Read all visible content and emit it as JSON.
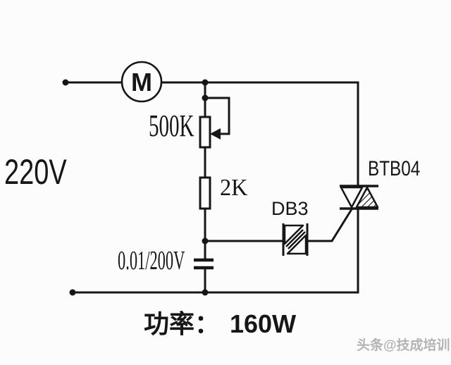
{
  "diagram": {
    "source_voltage": "220V",
    "motor_label": "M",
    "potentiometer_value": "500K",
    "resistor_value": "2K",
    "capacitor_value": "0.01/200V",
    "diac_name": "DB3",
    "triac_name": "BTB04",
    "power_caption": "功率：",
    "power_value": "160W",
    "watermark": "头条@技成培训"
  },
  "colors": {
    "wire": "#161616",
    "background": "#fcfcfc",
    "watermark": "#b3b3b3"
  }
}
